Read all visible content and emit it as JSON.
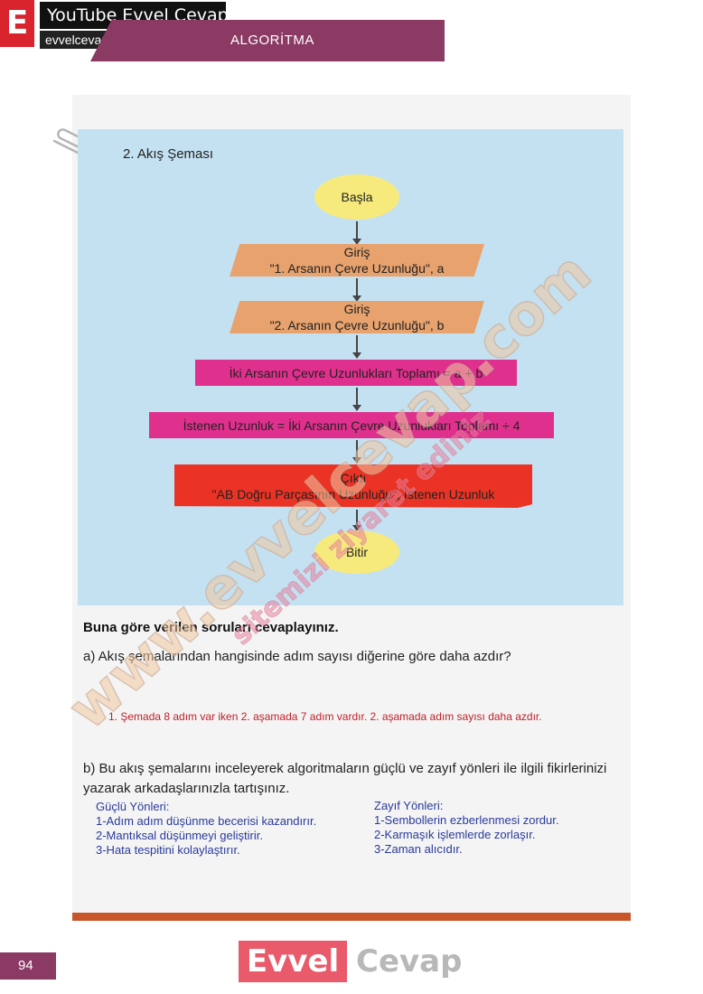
{
  "brand": {
    "badge_letter": "E",
    "title": "YouTube Evvel Cevap",
    "site": "evvelcevap.com"
  },
  "chapter": {
    "title": "ALGORİTMA"
  },
  "flowchart": {
    "heading": "2. Akış Şeması",
    "start": "Başla",
    "input1_label": "Giriş",
    "input1_text": "\"1. Arsanın Çevre Uzunluğu\", a",
    "input2_label": "Giriş",
    "input2_text": "\"2. Arsanın Çevre Uzunluğu\", b",
    "process1": "İki Arsanın Çevre Uzunlukları Toplamı = a + b",
    "process2": "İstenen Uzunluk = İki Arsanın Çevre Uzunlukları Toplamı ÷ 4",
    "output_label": "Çıktı",
    "output_text": "\"AB Doğru Parçasının Uzunluğu\", İstenen Uzunluk",
    "end": "Bitir"
  },
  "questions": {
    "heading": "Buna göre verilen soruları cevaplayınız.",
    "a": "a) Akış şemalarından hangisinde adım sayısı diğerine göre daha azdır?",
    "a_answer": "1. Şemada 8 adım var iken 2. aşamada 7 adım vardır. 2. aşamada adım sayısı daha azdır.",
    "b_line1": "b)  Bu akış şemalarını inceleyerek algoritmaların güçlü ve zayıf yönleri ile ilgili fikirlerinizi",
    "b_line2": "yazarak arkadaşlarınızla tartışınız."
  },
  "answers_b": {
    "strong_title": "Güçlü Yönleri:",
    "strong": [
      "1-Adım adım düşünme becerisi kazandırır.",
      "2-Mantıksal düşünmeyi geliştirir.",
      "3-Hata tespitini kolaylaştırır."
    ],
    "weak_title": "Zayıf Yönleri:",
    "weak": [
      "1-Sembollerin ezberlenmesi zordur.",
      "2-Karmaşık işlemlerde zorlaşır.",
      "3-Zaman alıcıdır."
    ]
  },
  "page_number": "94",
  "footer": {
    "left": "Evvel",
    "right": "Cevap"
  },
  "watermark": {
    "main": "www.evvelcevap.com",
    "sub": "sitemizi ziyaret ediniz"
  },
  "colors": {
    "chapter_bar": "#8a3a63",
    "flow_background": "#c4e1f2",
    "oval": "#f7ea7d",
    "parallelogram": "#e7a26e",
    "process": "#e0308e",
    "output": "#ea3324",
    "answer_red": "#c0202a",
    "answer_blue": "#2a3a9a",
    "rule": "#c9552b"
  }
}
